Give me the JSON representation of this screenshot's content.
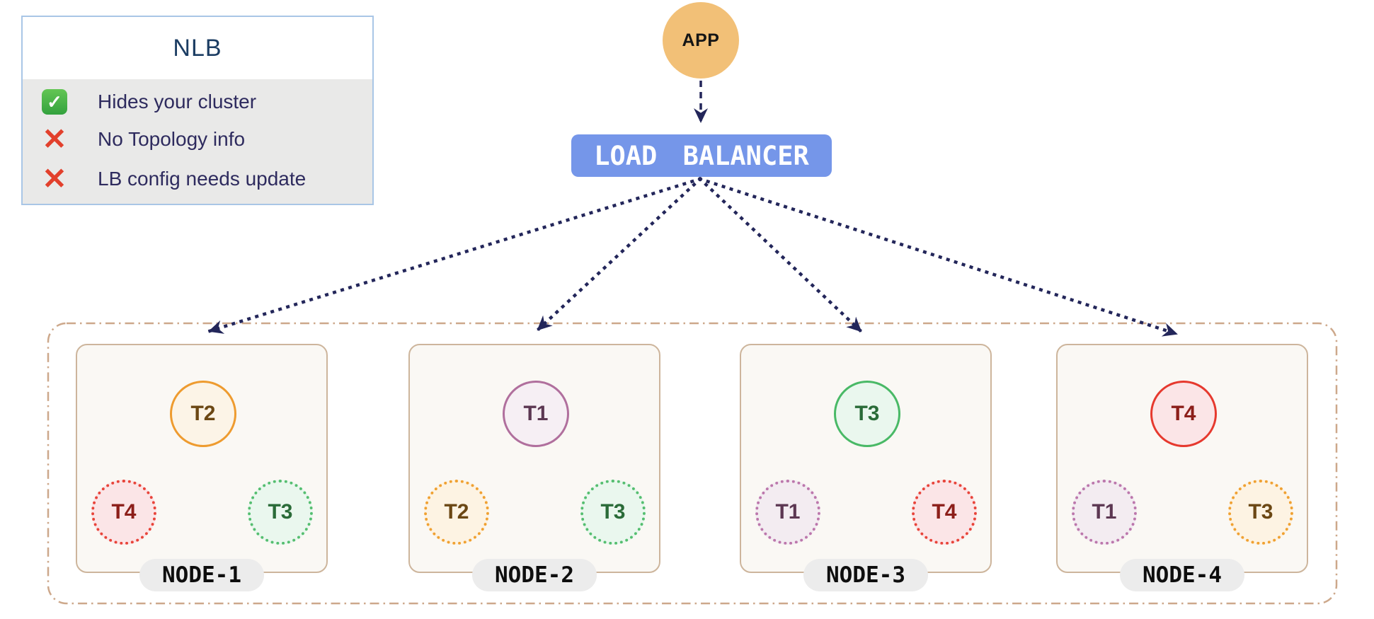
{
  "legend": {
    "title": "NLB",
    "items": [
      {
        "icon": "check-icon",
        "text": "Hides your cluster"
      },
      {
        "icon": "cross-icon",
        "text": "No Topology info"
      },
      {
        "icon": "cross-icon",
        "text": "LB config needs update"
      }
    ]
  },
  "app": {
    "label": "APP"
  },
  "load_balancer": {
    "label": "LOAD BALANCER"
  },
  "cluster": {
    "nodes": [
      {
        "label": "NODE-1",
        "pods": [
          {
            "label": "T2",
            "position": "top",
            "style": "solid",
            "theme": "orange"
          },
          {
            "label": "T4",
            "position": "bottom-left",
            "style": "dotted",
            "theme": "red"
          },
          {
            "label": "T3",
            "position": "bottom-right",
            "style": "dotted",
            "theme": "green"
          }
        ]
      },
      {
        "label": "NODE-2",
        "pods": [
          {
            "label": "T1",
            "position": "top",
            "style": "solid",
            "theme": "purple"
          },
          {
            "label": "T2",
            "position": "bottom-left",
            "style": "dotted",
            "theme": "orange"
          },
          {
            "label": "T3",
            "position": "bottom-right",
            "style": "dotted",
            "theme": "green"
          }
        ]
      },
      {
        "label": "NODE-3",
        "pods": [
          {
            "label": "T3",
            "position": "top",
            "style": "solid",
            "theme": "green"
          },
          {
            "label": "T1",
            "position": "bottom-left",
            "style": "dotted",
            "theme": "purple"
          },
          {
            "label": "T4",
            "position": "bottom-right",
            "style": "dotted",
            "theme": "red"
          }
        ]
      },
      {
        "label": "NODE-4",
        "pods": [
          {
            "label": "T4",
            "position": "top",
            "style": "solid",
            "theme": "red"
          },
          {
            "label": "T1",
            "position": "bottom-left",
            "style": "dotted",
            "theme": "purple"
          },
          {
            "label": "T3",
            "position": "bottom-right",
            "style": "dotted",
            "theme": "orange"
          }
        ]
      }
    ]
  },
  "colors": {
    "arrow_navy": "#23265a",
    "legend_border": "#a9c6e6",
    "legend_body_bg": "#e9e9e8",
    "legend_title": "#1c3d63",
    "legend_text": "#2e2b5e",
    "check_green": "#3fae49",
    "cross_red": "#e2402c",
    "app_fill": "#f2c077",
    "lb_fill": "#7596e9",
    "cluster_border": "#cda88b",
    "node_bg": "#faf8f4",
    "node_border": "#cdb59c",
    "pill_bg": "#ececec",
    "orange": "#ee9b2f",
    "red": "#e6392e",
    "green": "#49b966",
    "purple": "#b06f9d"
  }
}
